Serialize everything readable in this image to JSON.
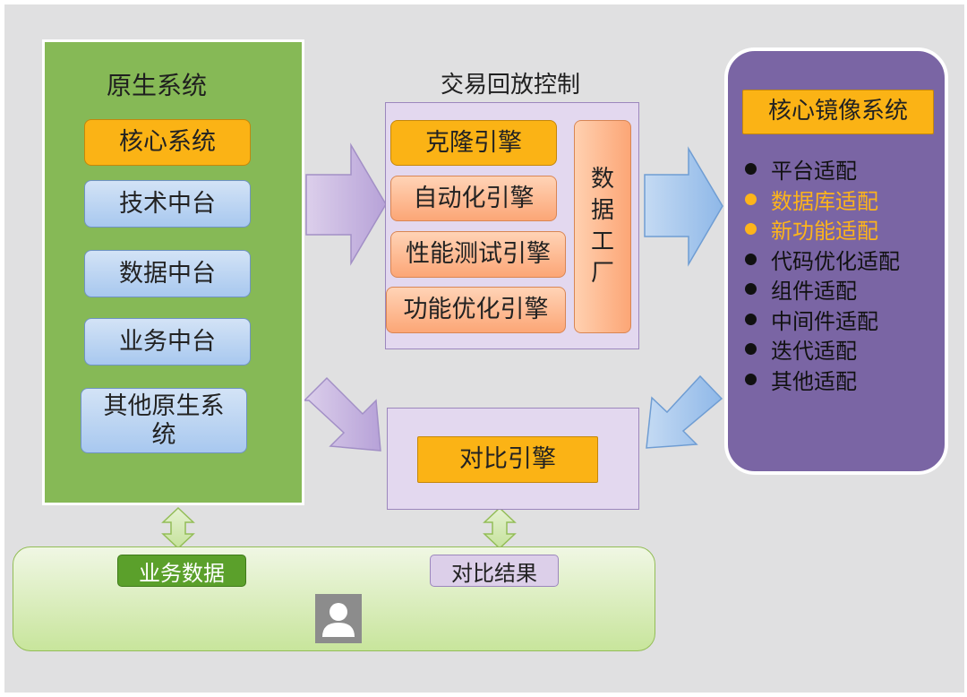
{
  "native_system": {
    "title": "原生系统",
    "items": [
      "核心系统",
      "技术中台",
      "数据中台",
      "业务中台",
      "其他原生系\n统"
    ]
  },
  "replay_control": {
    "title": "交易回放控制",
    "engines": [
      "克隆引擎",
      "自动化引擎",
      "性能测试引擎",
      "功能优化引擎"
    ],
    "data_factory": [
      "数",
      "据",
      "工",
      "厂"
    ]
  },
  "mirror_system": {
    "title": "核心镜像系统",
    "items": [
      {
        "label": "平台适配",
        "highlight": false
      },
      {
        "label": "数据库适配",
        "highlight": true
      },
      {
        "label": "新功能适配",
        "highlight": true
      },
      {
        "label": "代码优化适配",
        "highlight": false
      },
      {
        "label": "组件适配",
        "highlight": false
      },
      {
        "label": "中间件适配",
        "highlight": false
      },
      {
        "label": "迭代适配",
        "highlight": false
      },
      {
        "label": "其他适配",
        "highlight": false
      }
    ]
  },
  "compare": {
    "engine": "对比引擎"
  },
  "bottom": {
    "business_data": "业务数据",
    "compare_result": "对比结果",
    "avatar_icon": "user-avatar-icon"
  },
  "colors": {
    "green_panel": "#86b956",
    "purple_panel": "#7a65a4",
    "orange": "#fbb315",
    "highlight_text": "#fdb41b"
  }
}
